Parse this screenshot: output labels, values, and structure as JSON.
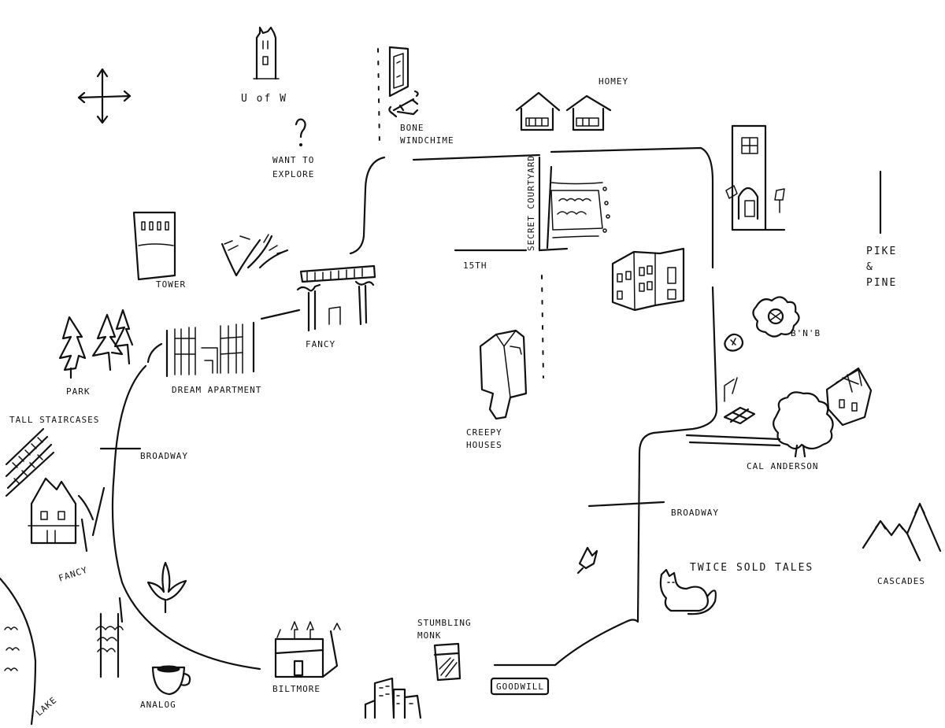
{
  "landmarks": {
    "u_of_w": "U of W",
    "want_to_explore": "WANT TO EXPLORE",
    "bone_windchime": "BONE WINDCHIME",
    "homey": "HOMEY",
    "secret_courtyard": "SECRET COURTYARD",
    "tower": "TOWER",
    "fancy_top": "FANCY",
    "fifteenth": "15TH",
    "park": "PARK",
    "dream_apartment": "DREAM APARTMENT",
    "creepy_houses": "CREEPY HOUSES",
    "pike_pine": "PIKE & PINE",
    "bnb": "B'N'B",
    "tall_staircases": "TALL STAIRCASES",
    "broadway_left": "BROADWAY",
    "cal_anderson": "CAL ANDERSON",
    "broadway_right": "BROADWAY",
    "fancy_left": "FANCY",
    "twice_sold_tales": "TWICE SOLD TALES",
    "cascades": "CASCADES",
    "stumbling_monk": "STUMBLING MONK",
    "lake": "LAKE",
    "analog": "ANALOG",
    "biltmore": "BILTMORE",
    "goodwill": "GOODWILL"
  },
  "icons": [
    "compass-icon",
    "tower-icon",
    "question-mark-icon",
    "building-icon",
    "bone-icon",
    "house-icon",
    "palm-icon",
    "column-icon",
    "pine-tree-icon",
    "apartment-icon",
    "creepy-house-icon",
    "flower-icon",
    "leaf-icon",
    "cat-icon",
    "mountain-icon",
    "castle-icon",
    "coffee-cup-icon",
    "glass-icon",
    "skyline-icon",
    "wave-icon"
  ],
  "colors": {
    "ink": "#111111",
    "paper": "#ffffff"
  }
}
